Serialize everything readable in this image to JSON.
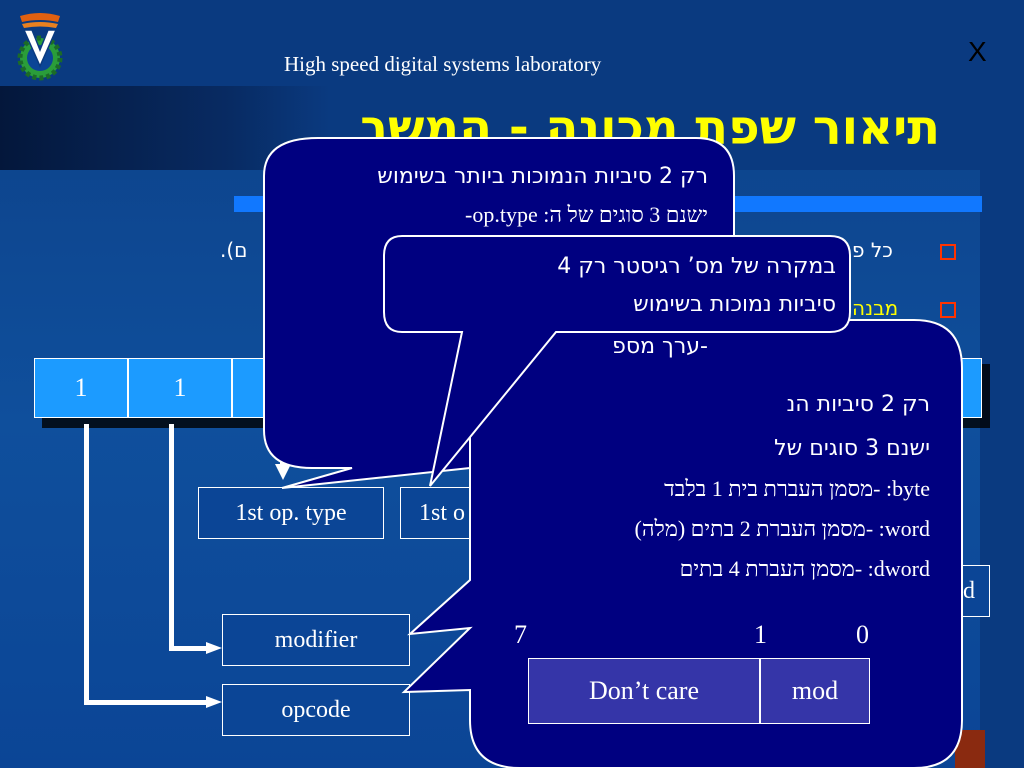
{
  "header": {
    "lab_title": "High speed digital systems laboratory",
    "close_label": "X",
    "logo_icon": "technion-logo-icon"
  },
  "slide": {
    "title": "תיאור שפת מכונה - המשך"
  },
  "bullets": [
    {
      "text": "כל פ"
    },
    {
      "text": "מבנה"
    }
  ],
  "bullet_tail": "ם).",
  "instruction_row": {
    "cells": [
      "1",
      "1"
    ]
  },
  "boxes": {
    "op_type": "1st op. type",
    "op_value": "1st o",
    "modifier": "modifier",
    "opcode": "opcode",
    "right_partial": "d"
  },
  "callout_top": {
    "line1": "רק 2 סיביות הנמוכות ביותר בשימוש",
    "line2": "ישנם 3 סוגים של ה: op.type-",
    "line3": "-ערך מספ"
  },
  "callout_register": {
    "line1": "במקרה של מס’ רגיסטר רק 4",
    "line2": "סיביות נמוכות בשימוש"
  },
  "callout_modifier": {
    "line1": "רק 2 סיביות הנ",
    "line2": "ישנם 3 סוגים של",
    "line3": "byte: -מסמן העברת בית 1 בלבד",
    "line4": "word: -מסמן העברת 2 בתים (מלה)",
    "line5": "dword: -מסמן העברת 4 בתים",
    "bits": {
      "b7": "7",
      "b1": "1",
      "b0": "0"
    },
    "fields": {
      "dont_care": "Don’t care",
      "mod": "mod"
    }
  },
  "colors": {
    "background": "#0f4f9c",
    "title": "#ffff00",
    "callout_fill": "#000080",
    "cell_fill": "#1c9bff",
    "table_fill": "#3535a8"
  }
}
